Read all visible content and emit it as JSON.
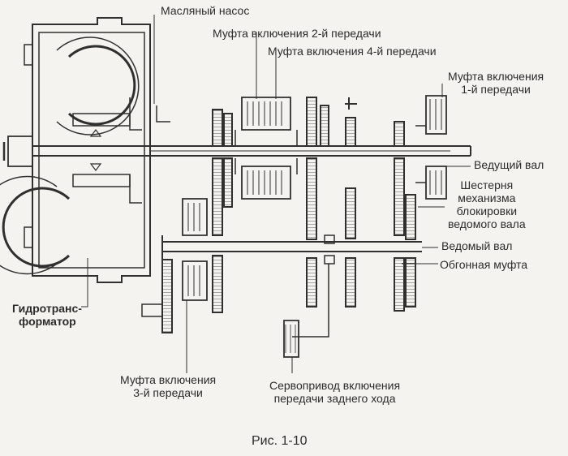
{
  "labels": {
    "oil_pump": "Масляный насос",
    "clutch_2nd": "Муфта включения 2-й передачи",
    "clutch_4th": "Муфта включения 4-й передачи",
    "clutch_1st_line1": "Муфта включения",
    "clutch_1st_line2": "1-й передачи",
    "drive_shaft": "Ведущий вал",
    "lock_gear_line1": "Шестерня",
    "lock_gear_line2": "механизма",
    "lock_gear_line3": "блокировки",
    "lock_gear_line4": "ведомого вала",
    "driven_shaft": "Ведомый вал",
    "overrunning_clutch": "Обгонная муфта",
    "torque_converter_line1": "Гидротранс-",
    "torque_converter_line2": "форматор",
    "clutch_3rd_line1": "Муфта включения",
    "clutch_3rd_line2": "3-й передачи",
    "reverse_servo_line1": "Сервопривод включения",
    "reverse_servo_line2": "передачи заднего хода"
  },
  "caption": "Рис. 1-10",
  "colors": {
    "ink": "#2f2f2f",
    "paper": "#f4f3ef"
  }
}
